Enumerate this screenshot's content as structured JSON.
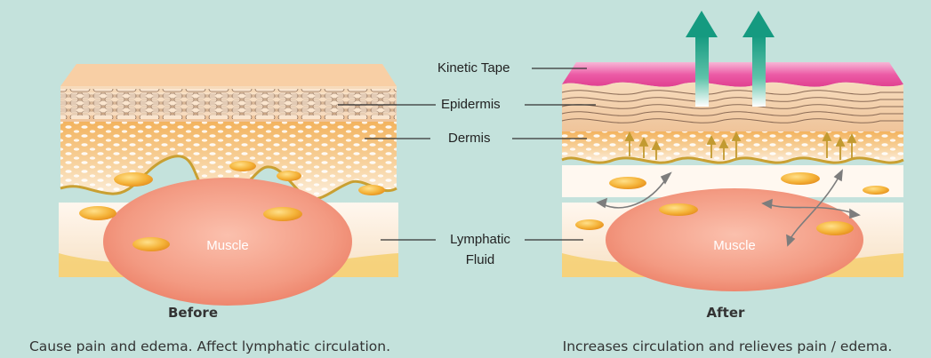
{
  "labels": {
    "kinetic_tape": "Kinetic Tape",
    "epidermis": "Epidermis",
    "dermis": "Dermis",
    "lymphatic_line1": "Lymphatic",
    "lymphatic_line2": "Fluid",
    "muscle_before": "Muscle",
    "muscle_after": "Muscle"
  },
  "before": {
    "title": "Before",
    "description": "Cause pain and edema. Affect lymphatic circulation."
  },
  "after": {
    "title": "After",
    "description": "Increases circulation and relieves pain / edema."
  },
  "colors": {
    "background": "#c4e2dc",
    "tape": "#e8459a",
    "epidermis": "#f3d2ad",
    "dermis": "#f2a750",
    "muscle": "#f08a6f",
    "lymph_drop": "#f0a22e",
    "up_arrow": "#1e9e86"
  }
}
